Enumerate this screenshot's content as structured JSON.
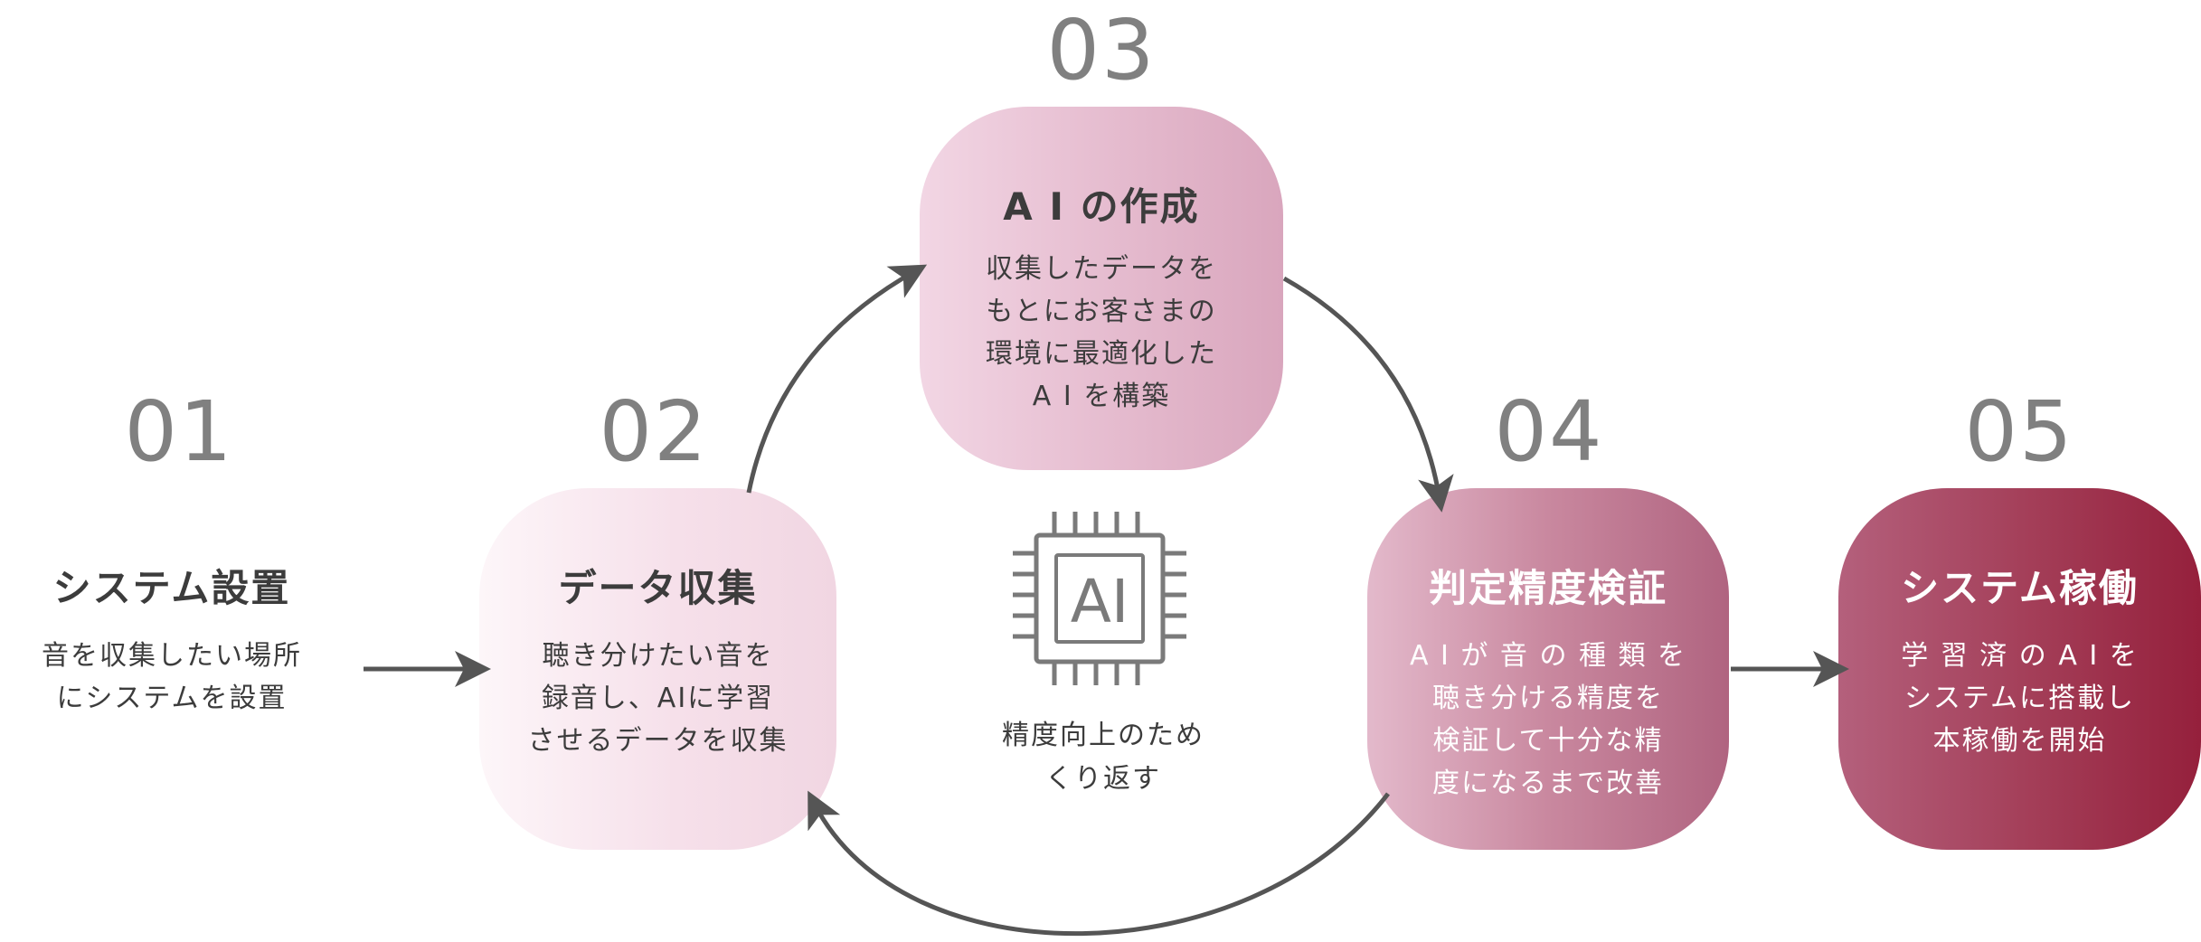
{
  "steps": [
    {
      "number": "01",
      "title": "システム設置",
      "description": "音を収集したい場所\nにシステムを設置"
    },
    {
      "number": "02",
      "title": "データ収集",
      "description": "聴き分けたい音を\n録音し、AIに学習\nさせるデータを収集"
    },
    {
      "number": "03",
      "title": "A I の作成",
      "description": "収集したデータを\nもとにお客さまの\n環境に最適化した\nA I を構築"
    },
    {
      "number": "04",
      "title": "判定精度検証",
      "description": "A I が 音 の 種 類 を\n聴き分ける精度を\n検証して十分な精\n度になるまで改善"
    },
    {
      "number": "05",
      "title": "システム稼働",
      "description": "学 習 済 の A I を\nシステムに搭載し\n本稼働を開始"
    }
  ],
  "center": {
    "chip_icon": "ai-chip-icon",
    "chip_text": "AI",
    "label": "精度向上のため\nくり返す"
  },
  "colors": {
    "number": "#808080",
    "arrow": "#555555",
    "dark_text": "#3c3c3c",
    "step2": "#f6e0ea",
    "step3": "#e6bdd0",
    "step4": "#c9889f",
    "step5": "#95203c"
  }
}
